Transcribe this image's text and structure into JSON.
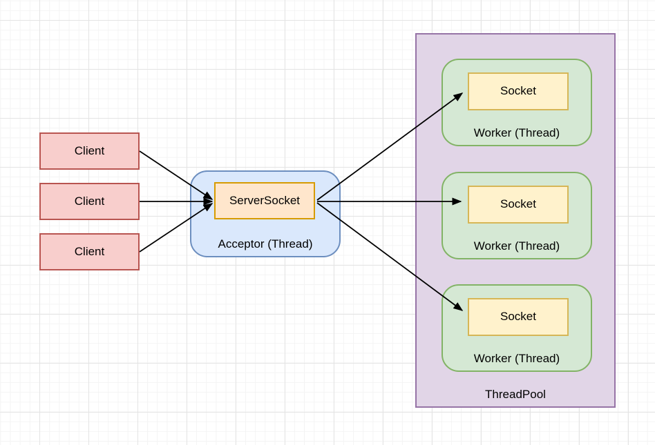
{
  "diagram": {
    "clients": [
      {
        "label": "Client"
      },
      {
        "label": "Client"
      },
      {
        "label": "Client"
      }
    ],
    "acceptor": {
      "label": "Acceptor (Thread)",
      "server_socket_label": "ServerSocket"
    },
    "thread_pool": {
      "label": "ThreadPool",
      "workers": [
        {
          "label": "Worker (Thread)",
          "socket_label": "Socket"
        },
        {
          "label": "Worker (Thread)",
          "socket_label": "Socket"
        },
        {
          "label": "Worker (Thread)",
          "socket_label": "Socket"
        }
      ]
    },
    "connections": [
      "Client -> ServerSocket",
      "Client -> ServerSocket",
      "Client -> ServerSocket",
      "ServerSocket -> Socket (Worker 1)",
      "ServerSocket -> Socket (Worker 2)",
      "ServerSocket -> Socket (Worker 3)"
    ],
    "colors": {
      "client_fill": "#f8cecc",
      "client_stroke": "#b85450",
      "acceptor_fill": "#dae8fc",
      "acceptor_stroke": "#6c8ebf",
      "server_socket_fill": "#ffe6cc",
      "server_socket_stroke": "#d79b00",
      "worker_fill": "#d5e8d4",
      "worker_stroke": "#82b366",
      "socket_fill": "#fff2cc",
      "socket_stroke": "#d6b656",
      "threadpool_fill": "#e1d5e7",
      "threadpool_stroke": "#9673a6",
      "arrow": "#000000",
      "grid_major": "#e4e4e4",
      "grid_minor": "#f4f4f4"
    }
  }
}
